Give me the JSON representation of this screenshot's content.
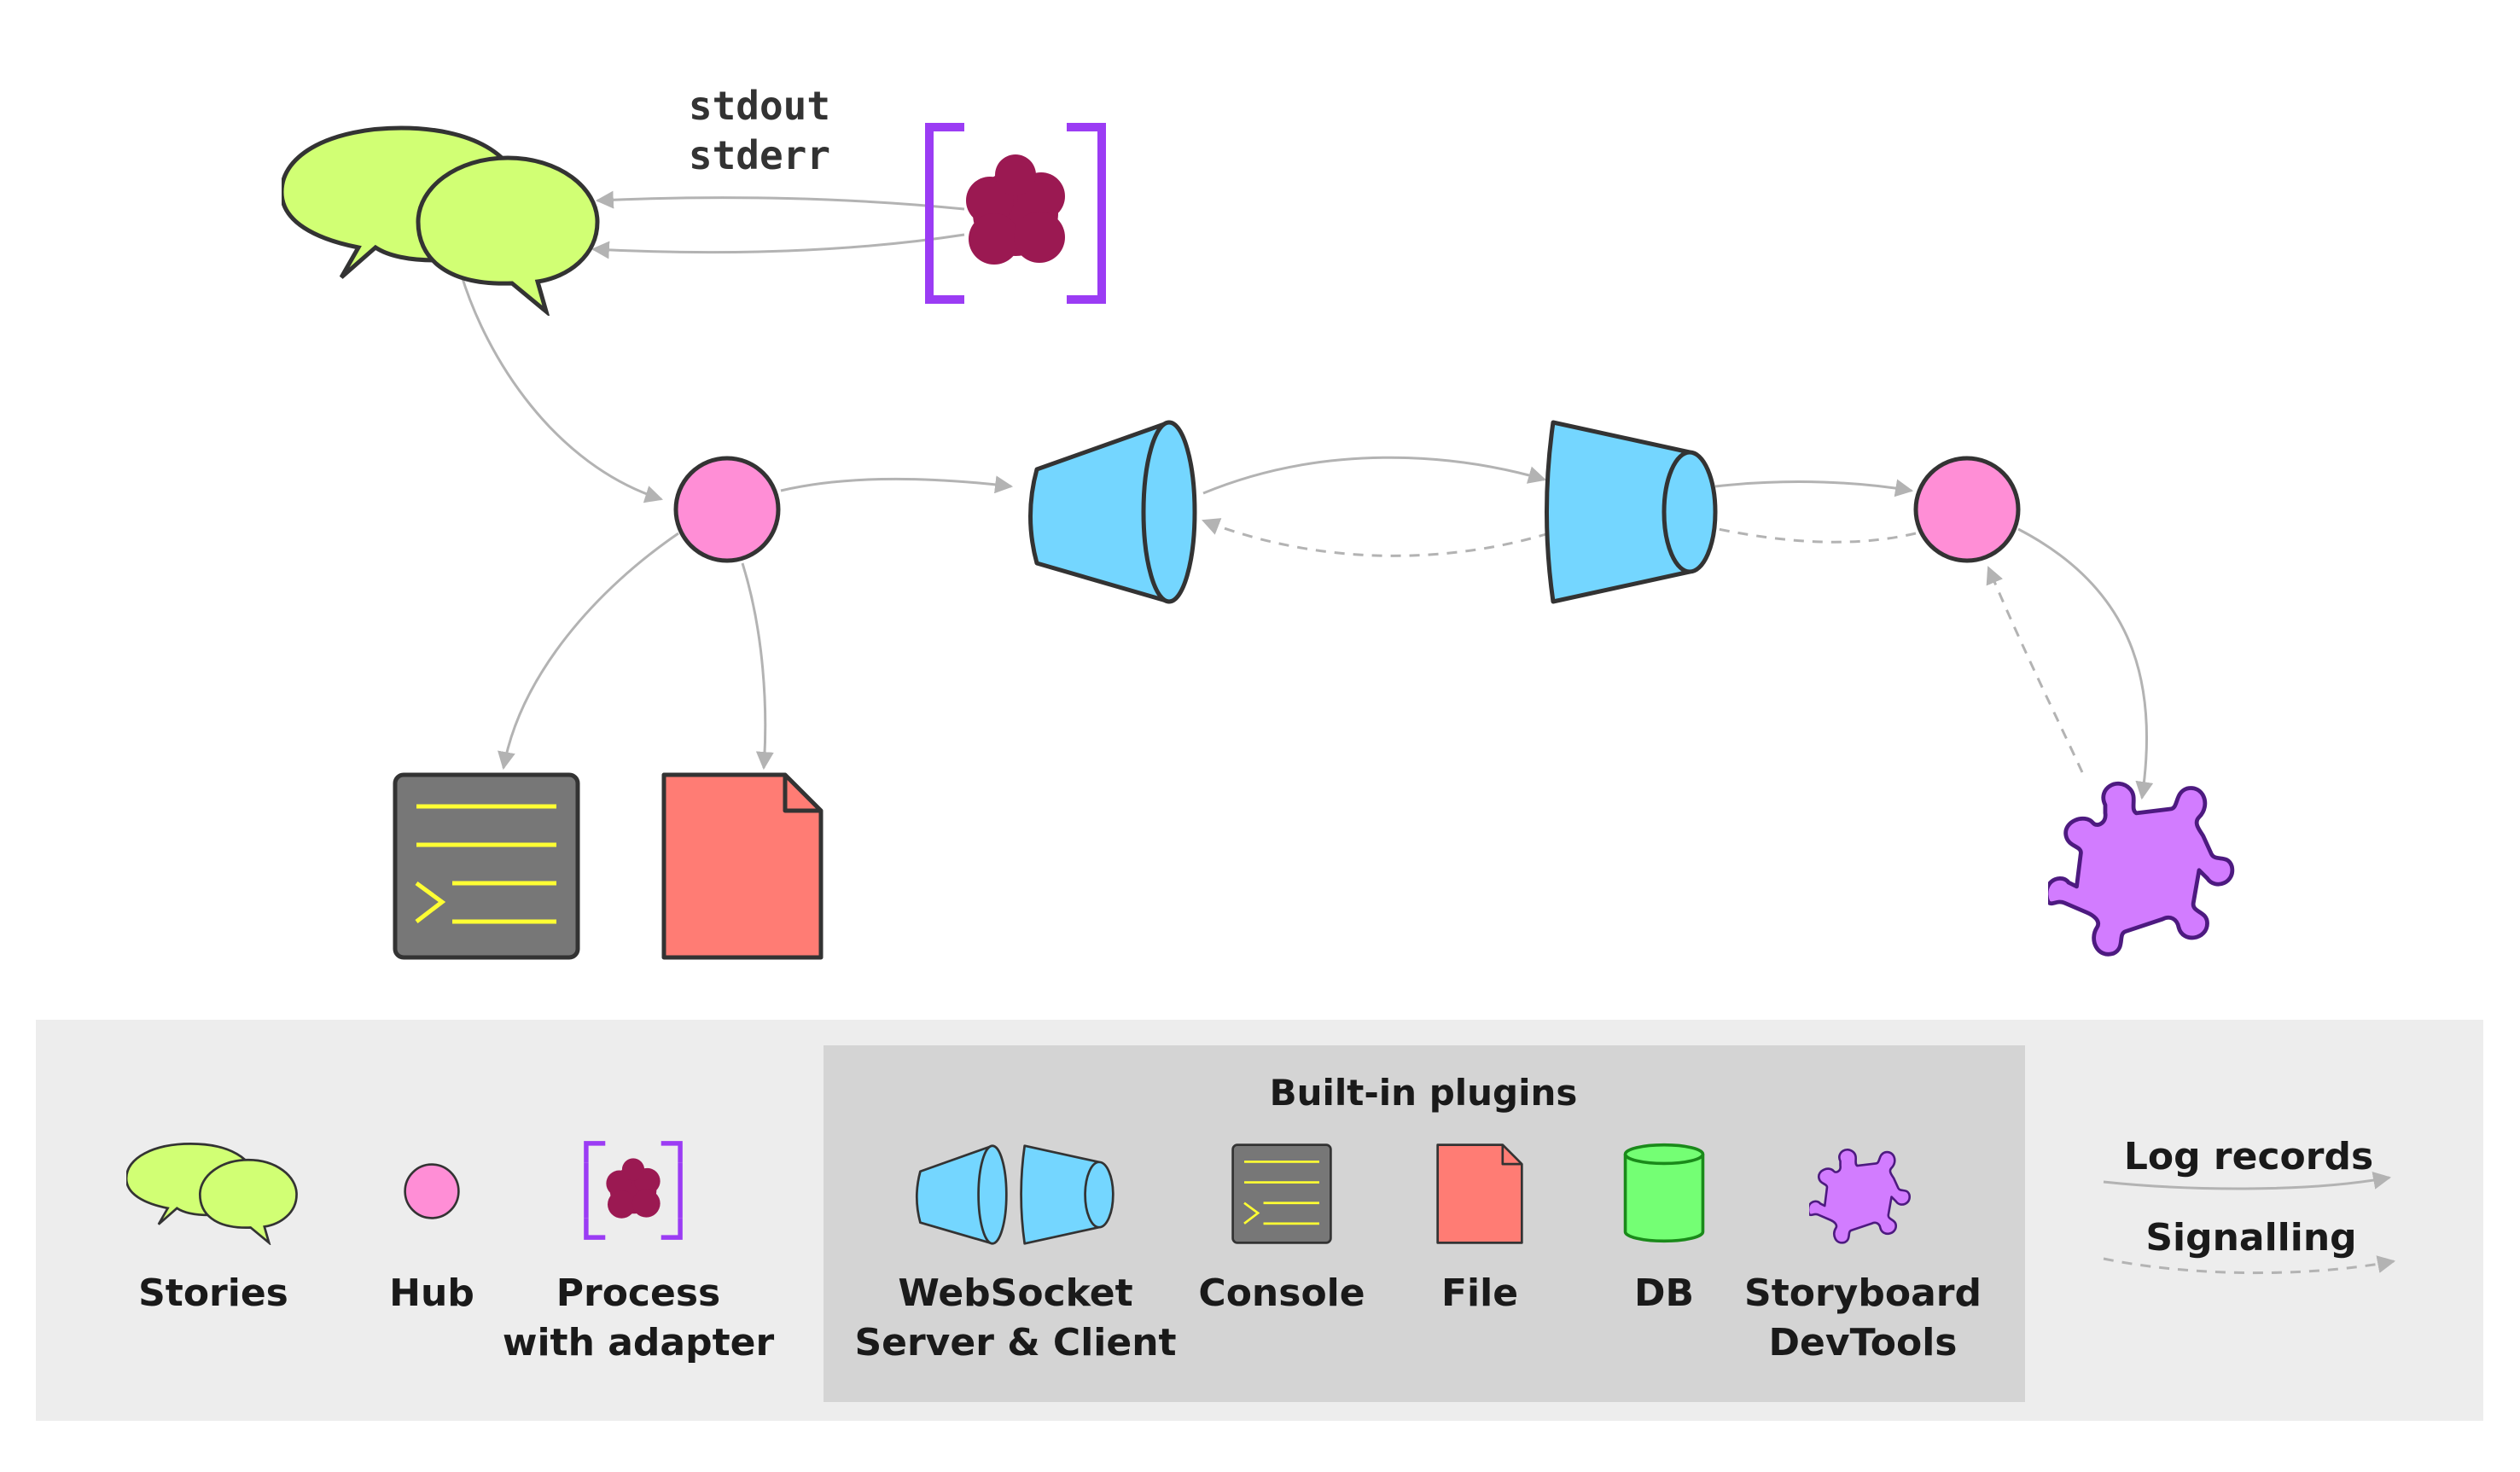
{
  "diagram": {
    "stream_labels": [
      "stdout",
      "stderr"
    ],
    "legend": {
      "items": [
        {
          "icon": "stories-icon",
          "label": "Stories"
        },
        {
          "icon": "hub-icon",
          "label": "Hub"
        },
        {
          "icon": "process-icon",
          "label_lines": [
            "Process",
            "with adapter"
          ]
        }
      ],
      "plugins": {
        "title": "Built-in plugins",
        "items": [
          {
            "icon": "websocket-icon",
            "label_lines": [
              "WebSocket",
              "Server & Client"
            ]
          },
          {
            "icon": "console-icon",
            "label": "Console"
          },
          {
            "icon": "file-icon",
            "label": "File"
          },
          {
            "icon": "db-icon",
            "label": "DB"
          },
          {
            "icon": "puzzle-icon",
            "label_lines": [
              "Storyboard",
              "DevTools"
            ]
          }
        ]
      },
      "arrows": [
        {
          "style": "solid",
          "label": "Log records"
        },
        {
          "style": "dashed",
          "label": "Signalling"
        }
      ]
    },
    "colors": {
      "stories": "#d1ff74",
      "hub": "#ff8ed6",
      "websocket": "#74d6ff",
      "console": "#777777",
      "file": "#ff7c74",
      "db": "#74ff74",
      "devtools": "#d27cff",
      "process_frame": "#9b3cf4",
      "process_blob": "#9b1952",
      "legend_bg": "#ededed",
      "plugins_bg": "#d4d4d4"
    }
  }
}
